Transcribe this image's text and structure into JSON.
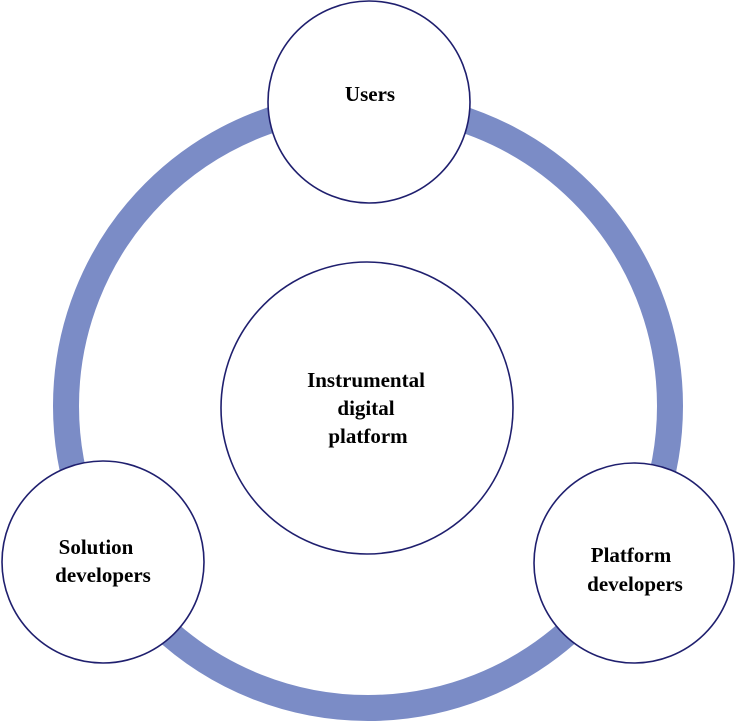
{
  "diagram": {
    "ring_color": "#7b8cc6",
    "node_stroke_color": "#1f1f6e",
    "center": {
      "line1": "Instrumental",
      "line2": "digital",
      "line3": "platform"
    },
    "users": {
      "line1": "Users"
    },
    "solution_developers": {
      "line1": "Solution",
      "line2": "developers"
    },
    "platform_developers": {
      "line1": "Platform",
      "line2": "developers"
    }
  }
}
